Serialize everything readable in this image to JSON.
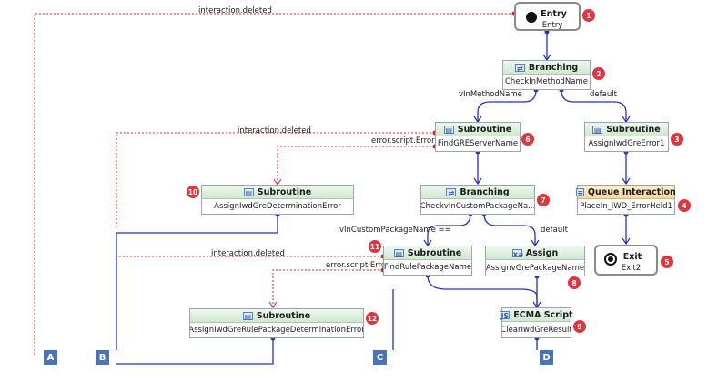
{
  "nodes": {
    "entry": {
      "title": "Entry",
      "name": "Entry",
      "badge": "1"
    },
    "branching1": {
      "title": "Branching",
      "name": "CheckInMethodName",
      "badge": "2"
    },
    "sub_assign_error1": {
      "title": "Subroutine",
      "name": "AssignIwdGreError1",
      "badge": "3"
    },
    "queue": {
      "title": "Queue Interaction",
      "name": "PlaceIn_iWD_ErrorHeld1",
      "badge": "4"
    },
    "exit": {
      "title": "Exit",
      "name": "Exit2",
      "badge": "5"
    },
    "sub_find_gre": {
      "title": "Subroutine",
      "name": "FindGREServerName",
      "badge": "6"
    },
    "branching2": {
      "title": "Branching",
      "name": "CheckvInCustomPackageNa...",
      "badge": "7"
    },
    "assign": {
      "title": "Assign",
      "name": "AssignvGrePackageName",
      "badge": "8"
    },
    "ecma": {
      "title": "ECMA Script",
      "name": "ClearIwdGreResult",
      "badge": "9"
    },
    "sub_det_error": {
      "title": "Subroutine",
      "name": "AssignIwdGreDeterminationError",
      "badge": "10"
    },
    "sub_find_rule": {
      "title": "Subroutine",
      "name": "FindRulePackageName",
      "badge": "11"
    },
    "sub_rule_det_error": {
      "title": "Subroutine",
      "name": "AssignIwdGreRulePackageDeterminationError",
      "badge": "12"
    }
  },
  "edge_labels": {
    "deleted_top": "interaction.deleted",
    "deleted_mid": "interaction.deleted",
    "deleted_low": "interaction.deleted",
    "script_error_1": "error.script.Error",
    "script_error_2": "error.script.Error",
    "vin_method_name": "vInMethodName",
    "default_1": "default",
    "vin_custom_package": "vInCustomPackageName ==",
    "default_2": "default"
  },
  "connectors": [
    "A",
    "B",
    "C",
    "D"
  ],
  "colors": {
    "normal_edge": "#2233cc",
    "error_edge": "#e02020",
    "badge": "#e0353f",
    "connector": "#4a74b8"
  }
}
